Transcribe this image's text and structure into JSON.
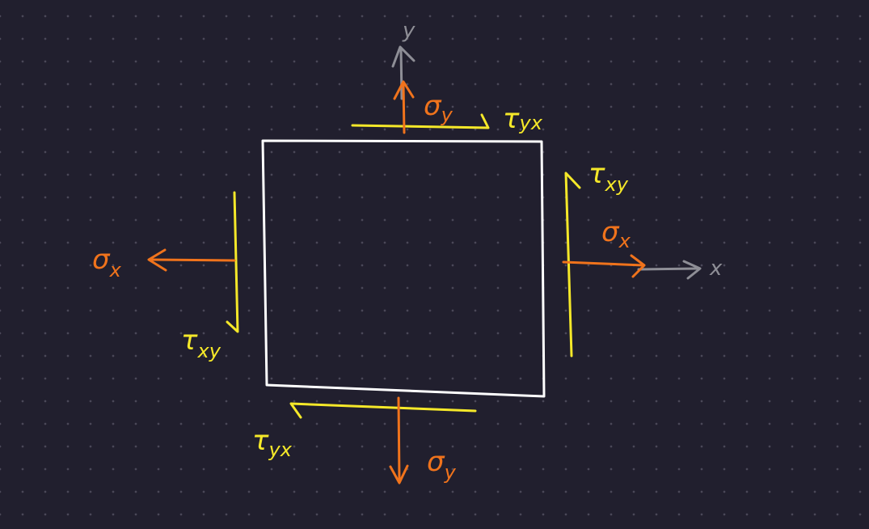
{
  "colors": {
    "background": "#211f2e",
    "dots": "#4a4858",
    "element": "#ffffff",
    "normal_stress": "#f0731c",
    "shear_stress": "#f5e829",
    "axis": "#8e8e96"
  },
  "axes": {
    "x_label": "x",
    "y_label": "y"
  },
  "labels": {
    "sigma_y_top": {
      "symbol": "σ",
      "sub": "y"
    },
    "tau_yx_top": {
      "symbol": "τ",
      "sub": "yx"
    },
    "tau_xy_right": {
      "symbol": "τ",
      "sub": "xy"
    },
    "sigma_x_right": {
      "symbol": "σ",
      "sub": "x"
    },
    "sigma_x_left": {
      "symbol": "σ",
      "sub": "x"
    },
    "tau_xy_left": {
      "symbol": "τ",
      "sub": "xy"
    },
    "tau_yx_bottom": {
      "symbol": "τ",
      "sub": "yx"
    },
    "sigma_y_bottom": {
      "symbol": "σ",
      "sub": "y"
    }
  }
}
